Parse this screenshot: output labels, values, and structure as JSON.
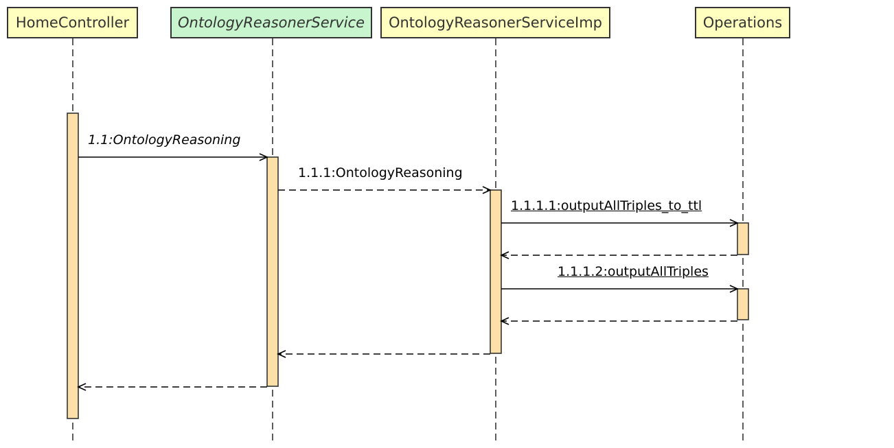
{
  "lifelines": [
    {
      "id": "home",
      "name": "HomeController",
      "kind": "class"
    },
    {
      "id": "service",
      "name": "OntologyReasonerService",
      "kind": "interface"
    },
    {
      "id": "impl",
      "name": "OntologyReasonerServiceImp",
      "kind": "class"
    },
    {
      "id": "ops",
      "name": "Operations",
      "kind": "class"
    }
  ],
  "messages": [
    {
      "label": "1.1:OntologyReasoning",
      "from": "home",
      "to": "service",
      "style": "call",
      "label_style": "italic"
    },
    {
      "label": "1.1.1:OntologyReasoning",
      "from": "service",
      "to": "impl",
      "style": "async-dashed",
      "label_style": "normal"
    },
    {
      "label": "1.1.1.1:outputAllTriples_to_ttl",
      "from": "impl",
      "to": "ops",
      "style": "call",
      "label_style": "underline"
    },
    {
      "label": "",
      "from": "ops",
      "to": "impl",
      "style": "return"
    },
    {
      "label": "1.1.1.2:outputAllTriples",
      "from": "impl",
      "to": "ops",
      "style": "call",
      "label_style": "underline"
    },
    {
      "label": "",
      "from": "ops",
      "to": "impl",
      "style": "return"
    },
    {
      "label": "",
      "from": "impl",
      "to": "service",
      "style": "return"
    },
    {
      "label": "",
      "from": "service",
      "to": "home",
      "style": "return"
    }
  ],
  "colors": {
    "class_header": "#ffffc0",
    "interface_header": "#c8f5cd",
    "activation": "#fde0a8",
    "stroke": "#333333"
  }
}
